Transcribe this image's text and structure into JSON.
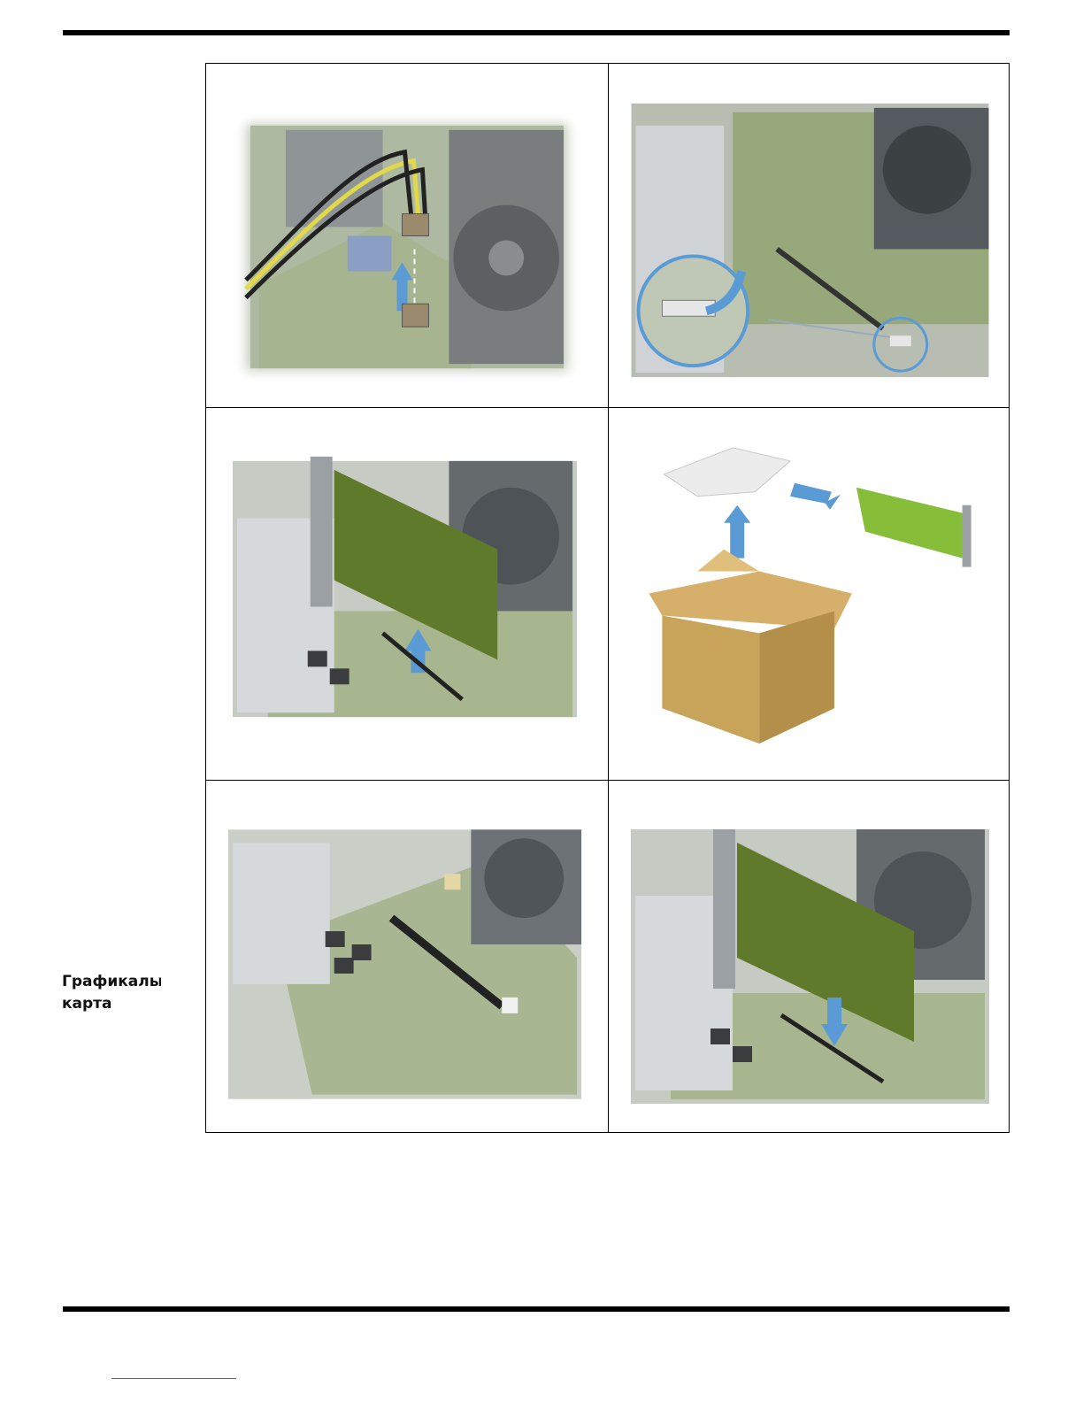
{
  "side_label": "Графикалык\nкарта",
  "figures": [
    {
      "id": "power-cable-connector",
      "step": "disconnect power cable"
    },
    {
      "id": "slot-retention-latch",
      "step": "press latch"
    },
    {
      "id": "remove-graphics-card",
      "step": "lift card out"
    },
    {
      "id": "unbox-new-card",
      "step": "unpack card"
    },
    {
      "id": "empty-pcie-slot",
      "step": "slot view"
    },
    {
      "id": "install-graphics-card",
      "step": "insert card"
    }
  ],
  "colors": {
    "board": "#a9bd8c",
    "card": "#5f7a2c",
    "arrow": "#5b9bd5",
    "box": "#c8a35a"
  }
}
